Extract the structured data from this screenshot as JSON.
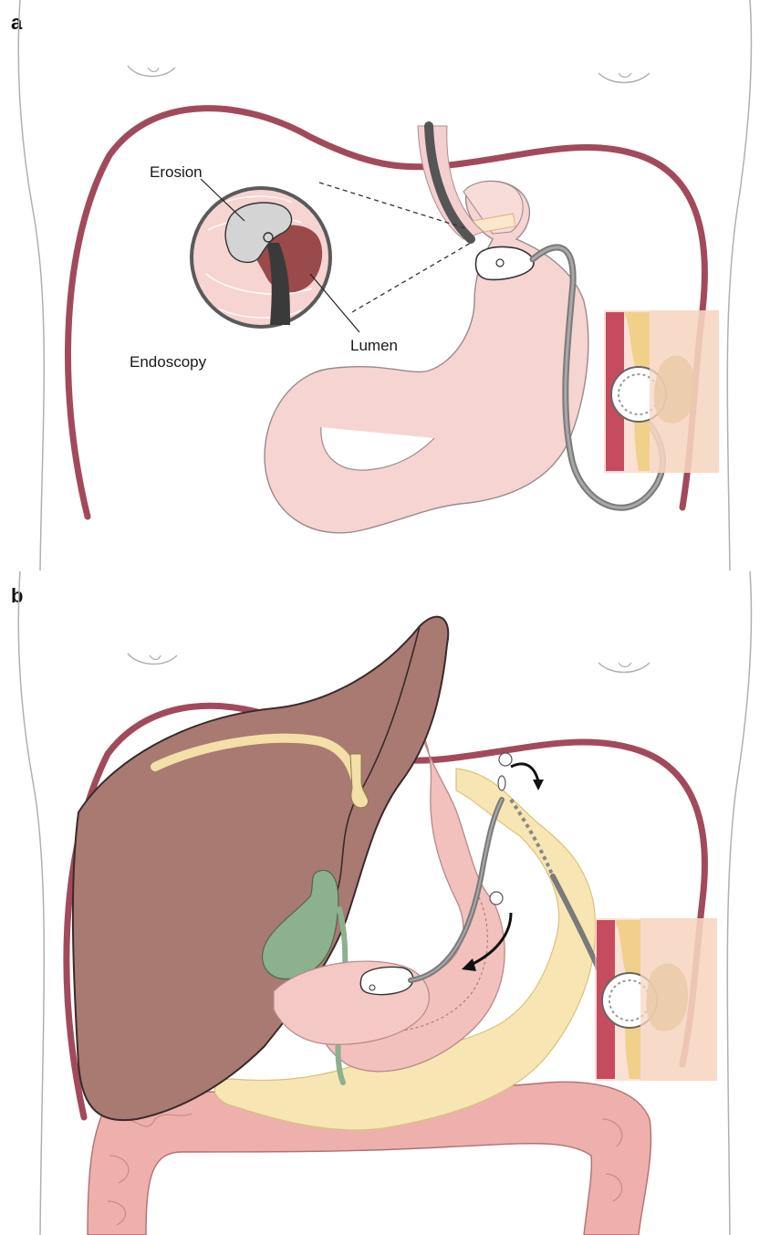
{
  "panels": [
    {
      "letter": "a",
      "labels": {
        "erosion": "Erosion",
        "lumen": "Lumen",
        "endoscopy": "Endoscopy"
      }
    },
    {
      "letter": "b"
    }
  ],
  "colors": {
    "outline": "#9a9a9a",
    "vessel": "#a24a5c",
    "stomach": "#f6d4d2",
    "liver": "#a87a72",
    "fat": "#f7e6b3",
    "gallbladder": "#8db08f",
    "colon": "#eeb0ad",
    "tube": "#808080",
    "skin": "#f1c9b0",
    "muscle": "#c74b5e"
  }
}
